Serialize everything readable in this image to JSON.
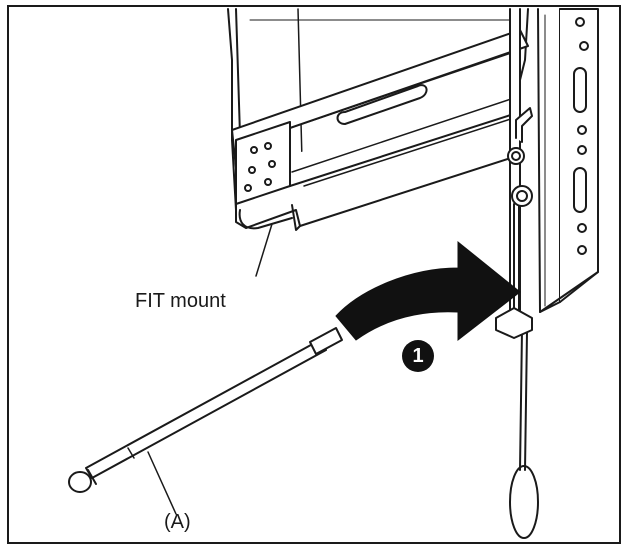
{
  "labels": {
    "fit_mount": "FIT mount",
    "part_a": "(A)",
    "step_number": "1"
  },
  "colors": {
    "line": "#1a1a1a",
    "arrow_fill": "#111111",
    "panel_fill": "#ffffff"
  },
  "icons": {
    "step_marker": "filled-circle-number",
    "arrow": "curved-arrow-right"
  }
}
